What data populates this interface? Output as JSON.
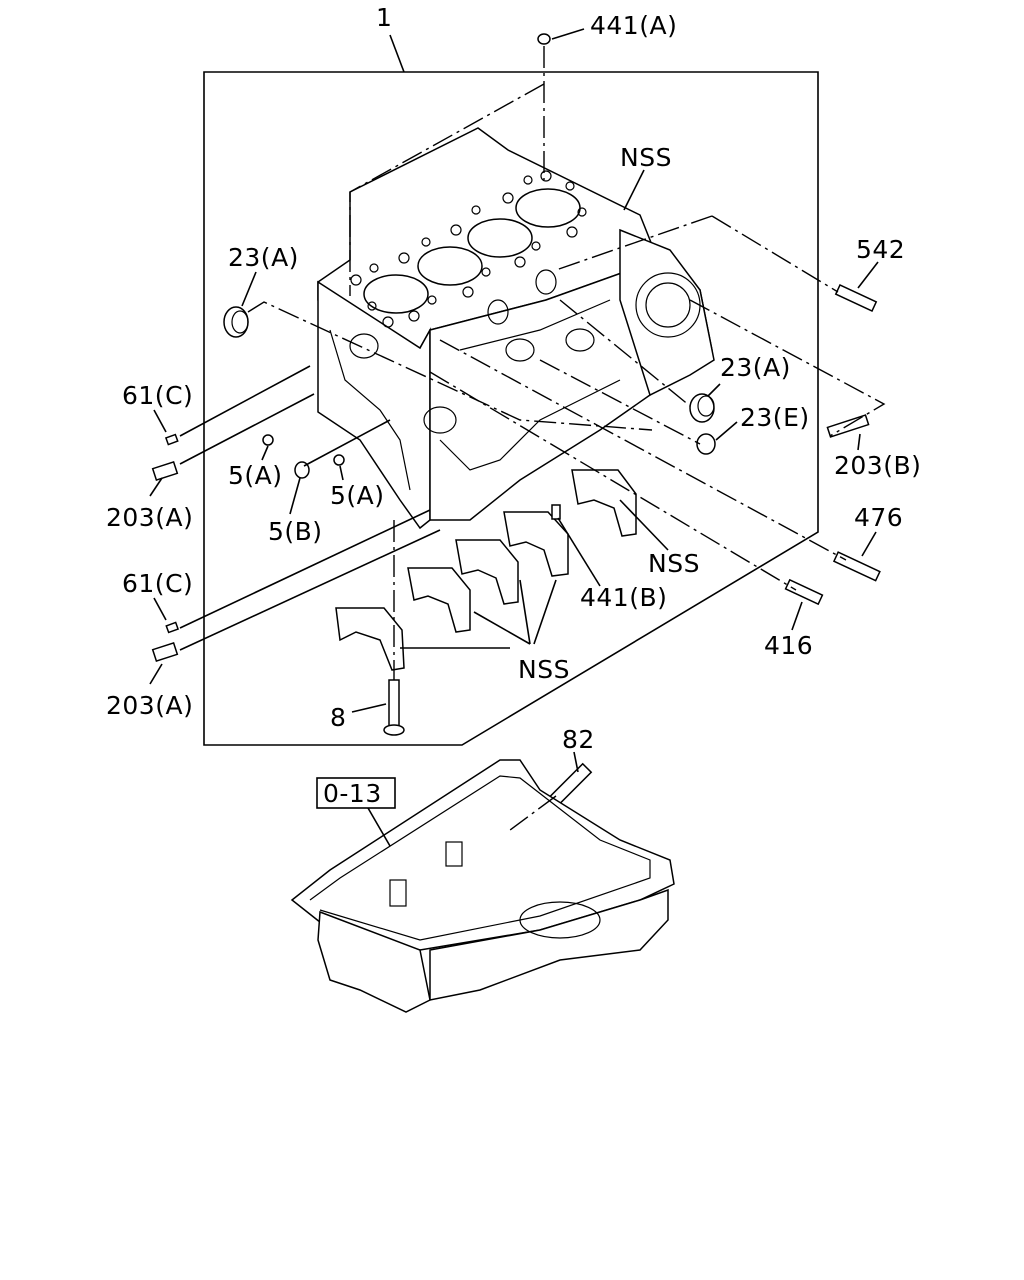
{
  "labels": {
    "l1": "1",
    "l441a": "441(A)",
    "nss_top": "NSS",
    "l542": "542",
    "l23a_left": "23(A)",
    "l23a_right": "23(A)",
    "l23e": "23(E)",
    "l203b": "203(B)",
    "l61c_top": "61(C)",
    "l203a_top": "203(A)",
    "l5a_left": "5(A)",
    "l5a_mid": "5(A)",
    "l5b": "5(B)",
    "l476": "476",
    "nss_cap": "NSS",
    "l441b": "441(B)",
    "l61c_bot": "61(C)",
    "l416": "416",
    "nss_bottom": "NSS",
    "l203a_bot": "203(A)",
    "l8": "8",
    "l82": "82",
    "ref_box": "0-13"
  }
}
